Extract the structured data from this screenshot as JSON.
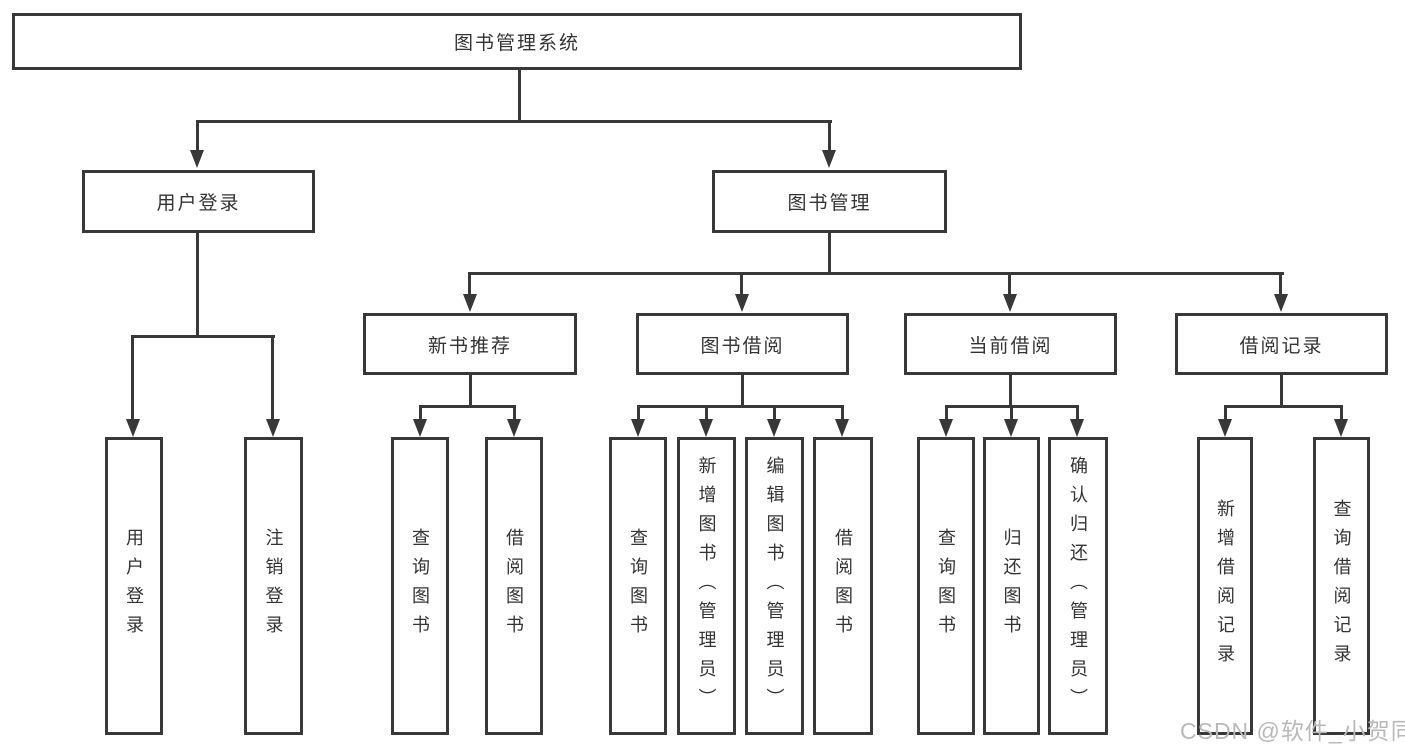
{
  "diagram": {
    "title": "图书管理系统",
    "level2": [
      {
        "label": "用户登录"
      },
      {
        "label": "图书管理"
      }
    ],
    "level3": [
      {
        "label": "新书推荐"
      },
      {
        "label": "图书借阅"
      },
      {
        "label": "当前借阅"
      },
      {
        "label": "借阅记录"
      }
    ],
    "leaves": {
      "user": [
        "用户登录",
        "注销登录"
      ],
      "newbook": [
        "查询图书",
        "借阅图书"
      ],
      "borrow": [
        "查询图书",
        "新增图书（管理员）",
        "编辑图书（管理员）",
        "借阅图书"
      ],
      "current": [
        "查询图书",
        "归还图书",
        "确认归还（管理员）"
      ],
      "records": [
        "新增借阅记录",
        "查询借阅记录"
      ]
    },
    "watermark": "CSDN @软件_小贺同学",
    "colors": {
      "line": "#383838",
      "text": "#333333",
      "watermark": "#b9b9b9",
      "background": "#ffffff"
    }
  }
}
